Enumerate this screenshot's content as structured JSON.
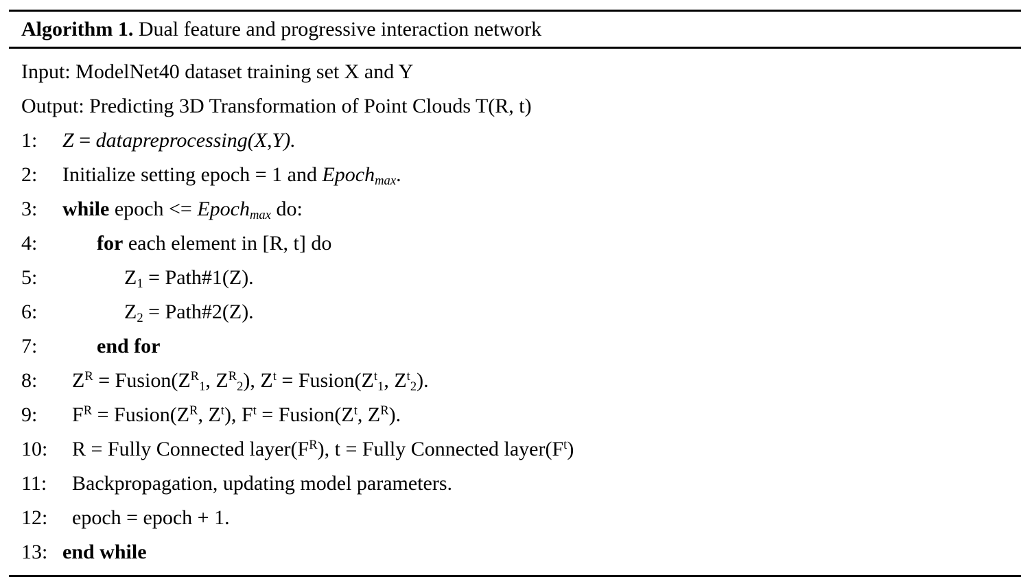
{
  "title": {
    "label": "Algorithm 1.",
    "name": "Dual feature and progressive interaction network"
  },
  "preamble": [
    {
      "key": "input",
      "text": "Input: ModelNet40 dataset training set X and Y"
    },
    {
      "key": "output",
      "text": "Output: Predicting 3D Transformation of Point Clouds T(R, t)"
    }
  ],
  "steps": [
    {
      "num": "1:",
      "indent": 0,
      "plain": "Z = datapreprocessing(X,Y).",
      "parts": [
        {
          "t": "Z",
          "style": "italic"
        },
        {
          "t": " = ",
          "style": "normal"
        },
        {
          "t": "datapreprocessing",
          "style": "italic"
        },
        {
          "t": "(",
          "style": "italic"
        },
        {
          "t": "X",
          "style": "italic"
        },
        {
          "t": ",",
          "style": "italic"
        },
        {
          "t": "Y",
          "style": "italic"
        },
        {
          "t": ").",
          "style": "italic"
        }
      ]
    },
    {
      "num": "2:",
      "indent": 0,
      "plain": "Initialize setting epoch = 1 and Epoch_max.",
      "parts": [
        {
          "t": "Initialize setting epoch = 1 and ",
          "style": "normal"
        },
        {
          "t": "Epoch",
          "style": "italic"
        },
        {
          "t": "max",
          "style": "italic-sub"
        },
        {
          "t": ".",
          "style": "normal"
        }
      ]
    },
    {
      "num": "3:",
      "indent": 0,
      "plain": "while epoch <= Epoch_max do:",
      "parts": [
        {
          "t": "while",
          "style": "bold"
        },
        {
          "t": " epoch <= ",
          "style": "normal"
        },
        {
          "t": "Epoch",
          "style": "italic"
        },
        {
          "t": "max",
          "style": "italic-sub"
        },
        {
          "t": " do:",
          "style": "normal"
        }
      ]
    },
    {
      "num": "4:",
      "indent": 2,
      "plain": "for each element in [R, t] do",
      "parts": [
        {
          "t": "for",
          "style": "bold"
        },
        {
          "t": " each element in [R, t] do",
          "style": "normal"
        }
      ]
    },
    {
      "num": "5:",
      "indent": 3,
      "plain": "Z1 = Path#1(Z).",
      "parts": [
        {
          "t": "Z",
          "style": "normal"
        },
        {
          "t": "1",
          "style": "sub"
        },
        {
          "t": " = Path#1(Z).",
          "style": "normal"
        }
      ]
    },
    {
      "num": "6:",
      "indent": 3,
      "plain": "Z2 = Path#2(Z).",
      "parts": [
        {
          "t": "Z",
          "style": "normal"
        },
        {
          "t": "2",
          "style": "sub"
        },
        {
          "t": " = Path#2(Z).",
          "style": "normal"
        }
      ]
    },
    {
      "num": "7:",
      "indent": 2,
      "plain": "end for",
      "parts": [
        {
          "t": "end for",
          "style": "bold"
        }
      ]
    },
    {
      "num": "8:",
      "indent": 1,
      "plain": "ZR = Fusion(ZR1, ZR2), Zt = Fusion(Zt1, Zt2).",
      "parts": [
        {
          "t": "Z",
          "style": "normal"
        },
        {
          "t": "R",
          "style": "sup"
        },
        {
          "t": " = Fusion(",
          "style": "normal"
        },
        {
          "t": "Z",
          "style": "normal"
        },
        {
          "t": "R",
          "style": "sup"
        },
        {
          "t": "1",
          "style": "sub"
        },
        {
          "t": ", ",
          "style": "normal"
        },
        {
          "t": "Z",
          "style": "normal"
        },
        {
          "t": "R",
          "style": "sup"
        },
        {
          "t": "2",
          "style": "sub"
        },
        {
          "t": "), ",
          "style": "normal"
        },
        {
          "t": "Z",
          "style": "normal"
        },
        {
          "t": "t",
          "style": "sup"
        },
        {
          "t": " = Fusion(",
          "style": "normal"
        },
        {
          "t": "Z",
          "style": "normal"
        },
        {
          "t": "t",
          "style": "sup"
        },
        {
          "t": "1",
          "style": "sub"
        },
        {
          "t": ", ",
          "style": "normal"
        },
        {
          "t": "Z",
          "style": "normal"
        },
        {
          "t": "t",
          "style": "sup"
        },
        {
          "t": "2",
          "style": "sub"
        },
        {
          "t": ").",
          "style": "normal"
        }
      ]
    },
    {
      "num": "9:",
      "indent": 1,
      "plain": "FR = Fusion(ZR, Zt), Ft = Fusion(Zt, ZR).",
      "parts": [
        {
          "t": "F",
          "style": "normal"
        },
        {
          "t": "R",
          "style": "sup"
        },
        {
          "t": " = Fusion(",
          "style": "normal"
        },
        {
          "t": "Z",
          "style": "normal"
        },
        {
          "t": "R",
          "style": "sup"
        },
        {
          "t": ", ",
          "style": "normal"
        },
        {
          "t": "Z",
          "style": "normal"
        },
        {
          "t": "t",
          "style": "sup"
        },
        {
          "t": "), ",
          "style": "normal"
        },
        {
          "t": "F",
          "style": "normal"
        },
        {
          "t": "t",
          "style": "sup"
        },
        {
          "t": " = Fusion(",
          "style": "normal"
        },
        {
          "t": "Z",
          "style": "normal"
        },
        {
          "t": "t",
          "style": "sup"
        },
        {
          "t": ", ",
          "style": "normal"
        },
        {
          "t": "Z",
          "style": "normal"
        },
        {
          "t": "R",
          "style": "sup"
        },
        {
          "t": ").",
          "style": "normal"
        }
      ]
    },
    {
      "num": "10:",
      "indent": 1,
      "plain": "R = Fully Connected layer(FR), t = Fully Connected layer(Ft)",
      "parts": [
        {
          "t": "R = Fully Connected layer(F",
          "style": "normal"
        },
        {
          "t": "R",
          "style": "sup"
        },
        {
          "t": "), t = Fully Connected layer(F",
          "style": "normal"
        },
        {
          "t": "t",
          "style": "sup"
        },
        {
          "t": ")",
          "style": "normal"
        }
      ]
    },
    {
      "num": "11:",
      "indent": 1,
      "plain": "Backpropagation, updating model parameters.",
      "parts": [
        {
          "t": "Backpropagation, updating model parameters.",
          "style": "normal"
        }
      ]
    },
    {
      "num": "12:",
      "indent": 1,
      "plain": "epoch = epoch + 1.",
      "parts": [
        {
          "t": "epoch = epoch + 1.",
          "style": "normal"
        }
      ]
    },
    {
      "num": "13:",
      "indent": 0,
      "plain": "end while",
      "parts": [
        {
          "t": "end while",
          "style": "bold"
        }
      ]
    }
  ],
  "colors": {
    "text": "#000000",
    "rule": "#000000",
    "background": "#ffffff"
  }
}
